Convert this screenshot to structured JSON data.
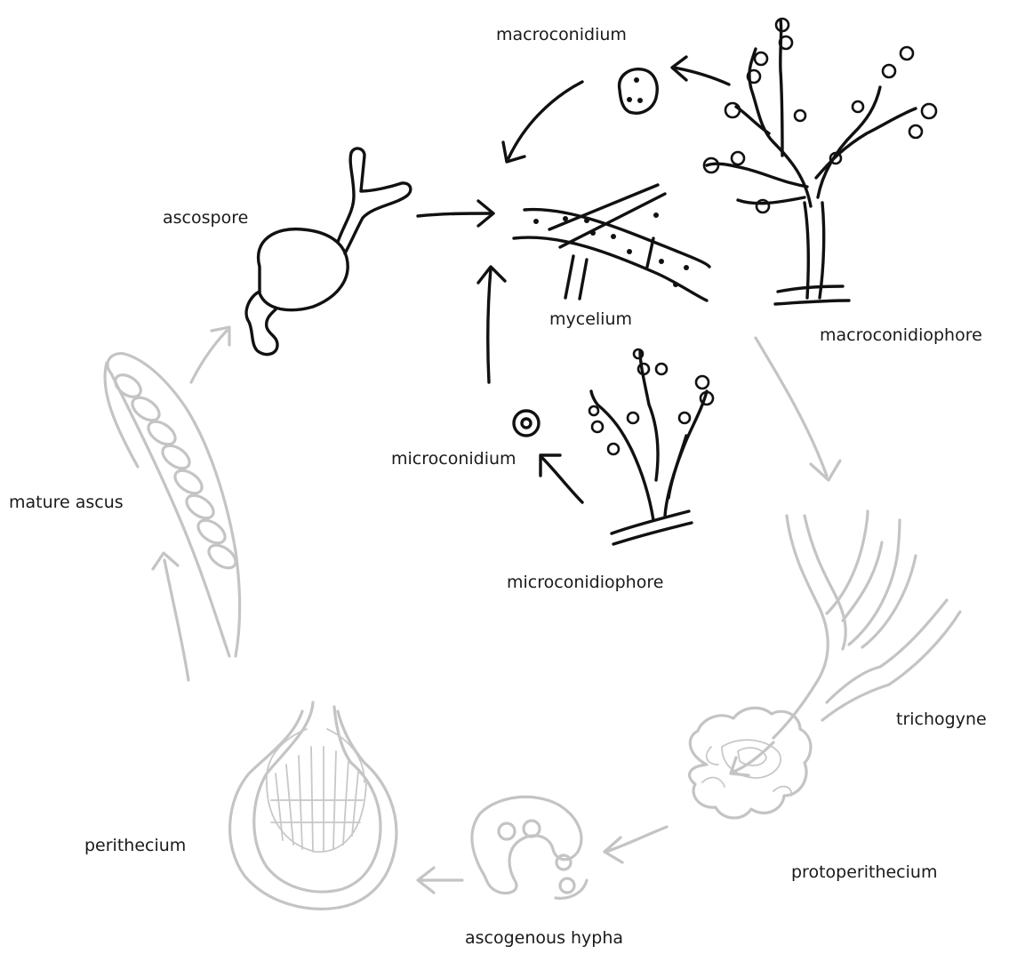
{
  "labels": {
    "macroconidium": "macroconidium",
    "ascospore": "ascospore",
    "mycelium": "mycelium",
    "macroconidiophore": "macroconidiophore",
    "microconidium": "microconidium",
    "microconidiophore": "microconidiophore",
    "mature_ascus": "mature ascus",
    "trichogyne": "trichogyne",
    "perithecium": "perithecium",
    "protoperithecium": "protoperithecium",
    "ascogenous_hypha": "ascogenous hypha"
  },
  "colors": {
    "asexual_cycle": "#111111",
    "sexual_cycle": "#c4c4c4",
    "text": "#1a1a1a"
  }
}
